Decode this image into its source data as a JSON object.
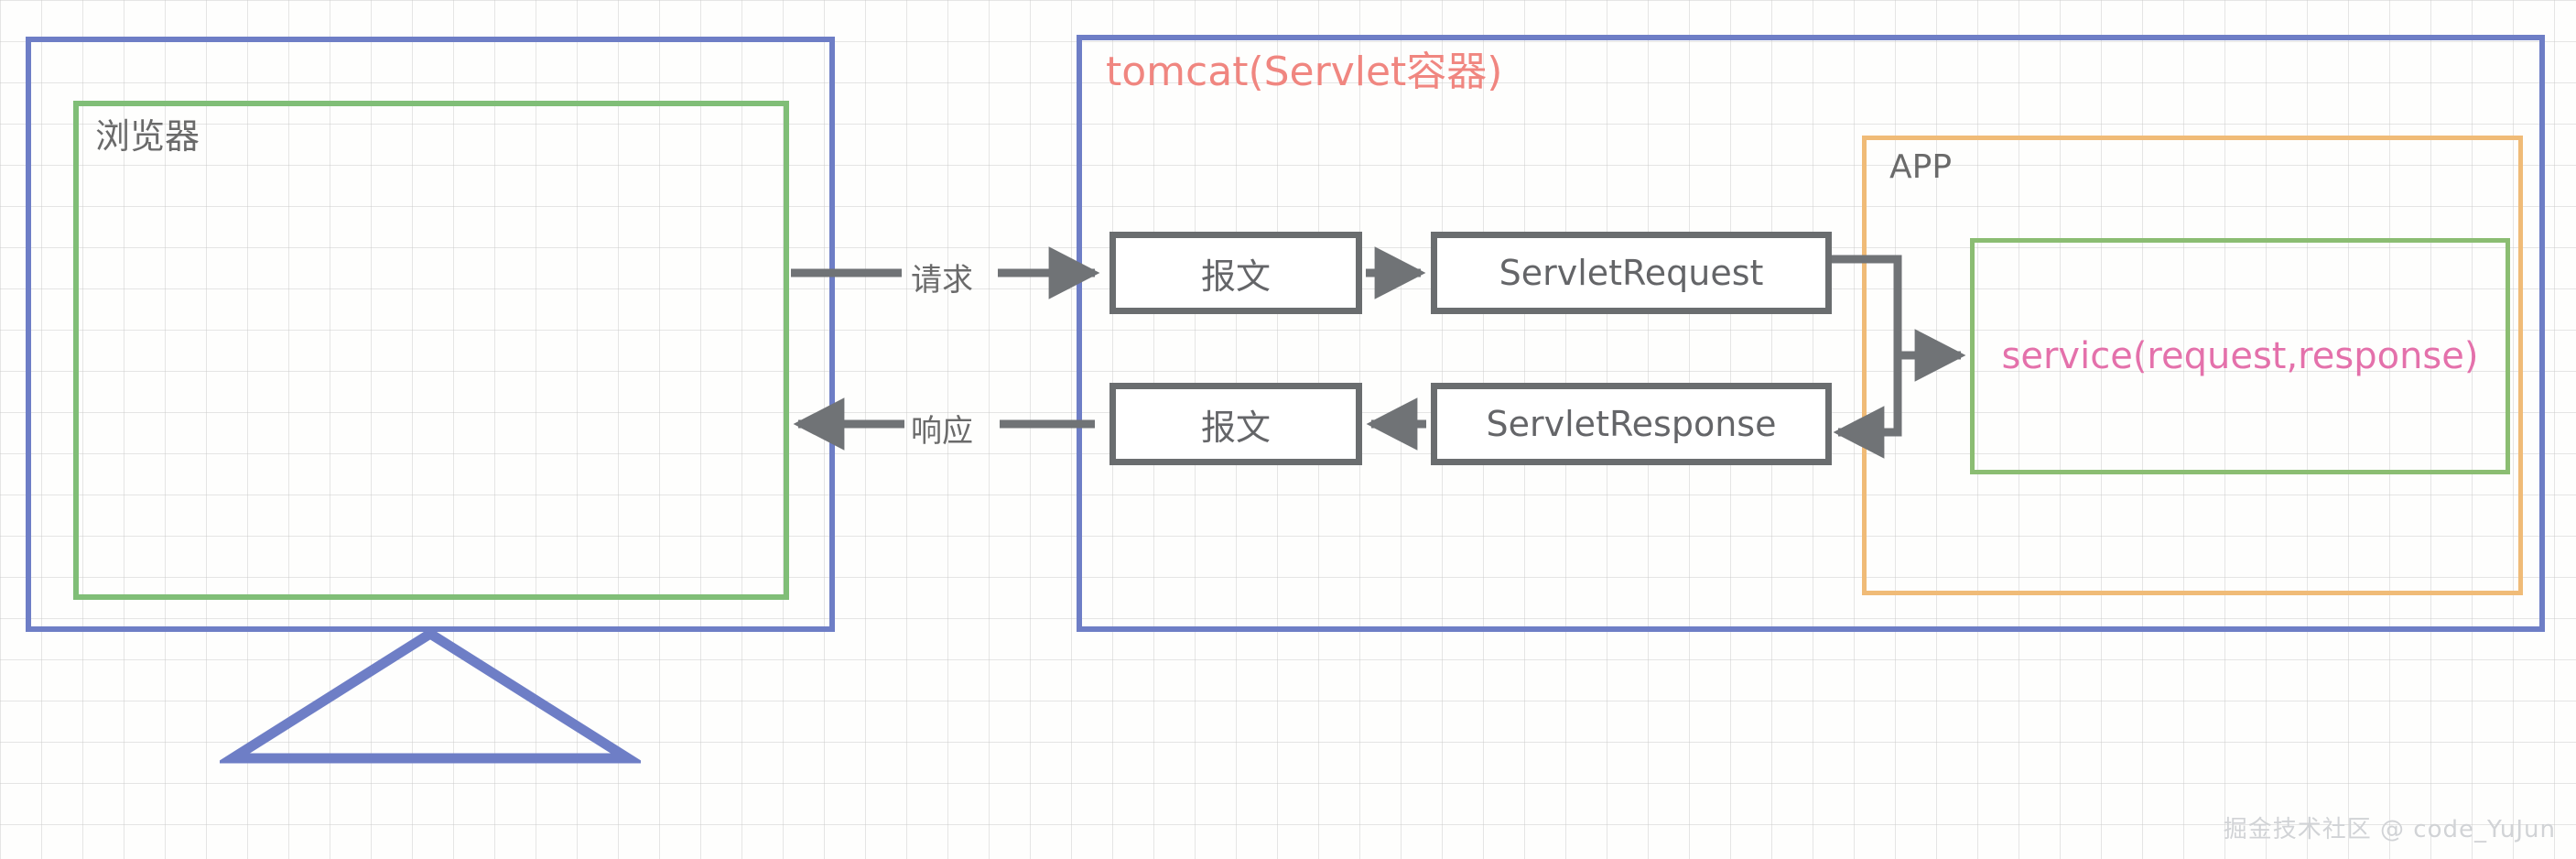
{
  "diagram": {
    "title_text": "tomcat(Servlet容器)",
    "client": {
      "label": "浏览器",
      "outer_border_color": "#2139a8",
      "screen_border_color": "#3d9b2f",
      "stand_color": "#2139a8"
    },
    "server": {
      "title": "tomcat(Servlet容器)",
      "title_color": "#e8453c",
      "border_color": "#2139a8"
    },
    "app": {
      "label": "APP",
      "border_color": "#e9972e"
    },
    "service": {
      "label": "service(request,response)",
      "text_color": "#d6267e",
      "border_color": "#4e9a27"
    },
    "flow_boxes": {
      "request_message": "报文",
      "request_object": "ServletRequest",
      "response_message": "报文",
      "response_object": "ServletResponse",
      "border_color": "#1b1f23"
    },
    "arrows": {
      "request_label": "请求",
      "response_label": "响应",
      "color": "#24282d"
    },
    "watermark": "掘金技术社区 @ code_YuJun",
    "background": {
      "grid_color": "#aaaaaa",
      "page_color": "#fefefc"
    }
  }
}
